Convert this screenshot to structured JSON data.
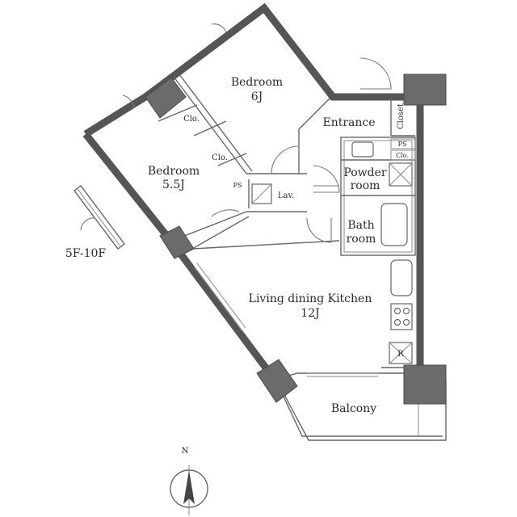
{
  "rooms": {
    "bedroom_large": {
      "name": "Bedroom",
      "size": "6J"
    },
    "bedroom_small": {
      "name": "Bedroom",
      "size": "5.5J"
    },
    "entrance": "Entrance",
    "closet": "Closet",
    "clo_a": "Clo.",
    "clo_b": "Clo.",
    "ps_left": "PS",
    "ps_right": "PS",
    "clo_small": "Clo.",
    "lav": "Lav.",
    "powder": {
      "line1": "Powder",
      "line2": "room"
    },
    "bath": {
      "line1": "Bath",
      "line2": "room"
    },
    "ldk": {
      "name": "Living dining Kitchen",
      "size": "12J"
    },
    "balcony": "Balcony",
    "fridge": "R"
  },
  "floors": "5F-10F",
  "compass": {
    "north": "N"
  },
  "colors": {
    "wall": "#555555",
    "pillar": "#6b6b6b",
    "line": "#666666"
  }
}
